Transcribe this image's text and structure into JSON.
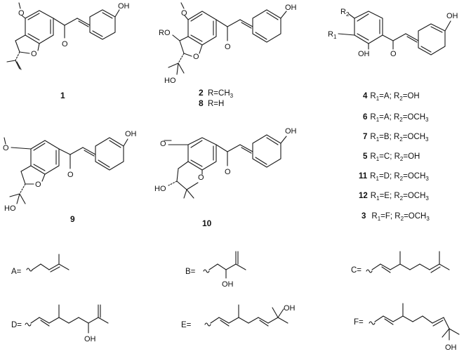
{
  "atoms": {
    "OH": "OH",
    "O": "O",
    "HO": "HO",
    "R2": "R",
    "R1": "R",
    "RO": "RO"
  },
  "compounds": {
    "c1": "1",
    "c9": "9",
    "c10": "10",
    "c2": "2",
    "c8": "8"
  },
  "r_definitions": {
    "c2_r": "R=CH",
    "c2_r_sub": "3",
    "c8_r": "R=H"
  },
  "substituent_table": [
    {
      "num": "4",
      "r1": "A",
      "r2": "OH"
    },
    {
      "num": "6",
      "r1": "A",
      "r2": "OCH",
      "r2_sub": "3"
    },
    {
      "num": "7",
      "r1": "B",
      "r2": "OCH",
      "r2_sub": "3"
    },
    {
      "num": "5",
      "r1": "C",
      "r2": "OH"
    },
    {
      "num": "11",
      "r1": "D",
      "r2": "OCH",
      "r2_sub": "3"
    },
    {
      "num": "12",
      "r1": "E",
      "r2": "OCH",
      "r2_sub": "3"
    },
    {
      "num": "3",
      "r1": "F",
      "r2": "OCH",
      "r2_sub": "3"
    }
  ],
  "side_chains": {
    "A": "A=",
    "B": "B=",
    "C": "C=",
    "D": "D=",
    "E": "E=",
    "F": "F="
  }
}
